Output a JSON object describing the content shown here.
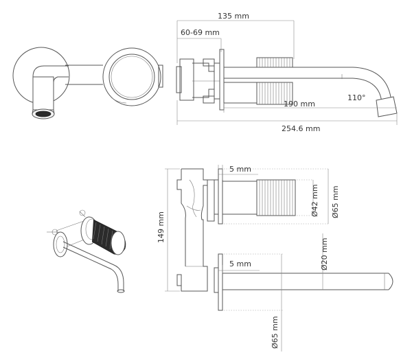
{
  "labels": {
    "dim_135": "135 mm",
    "dim_60_69": "60-69 mm",
    "dim_190": "190 mm",
    "dim_110deg": "110°",
    "dim_254": "254.6 mm",
    "dim_5_top": "5 mm",
    "dim_d42": "Ø42 mm",
    "dim_d65_top": "Ø65 mm",
    "dim_149": "149 mm",
    "dim_d20": "Ø20 mm",
    "dim_5_bottom": "5 mm",
    "dim_d65_bottom": "Ø65 mm"
  },
  "colors": {
    "line": "#555555",
    "dimension": "#888888",
    "knurl": "#2b2b2b"
  }
}
